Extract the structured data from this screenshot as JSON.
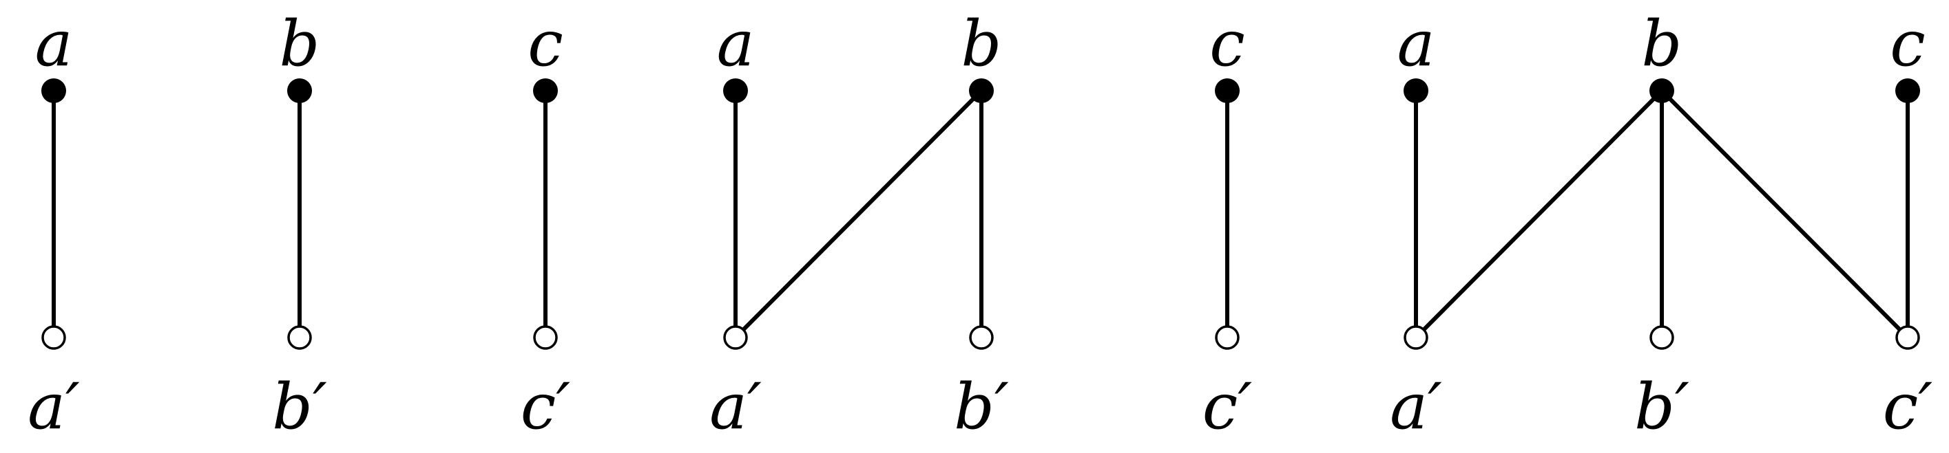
{
  "graphs": [
    {
      "top": [
        "a",
        "b",
        "c"
      ],
      "bottom": [
        "a′",
        "b′",
        "c′"
      ],
      "edges": [
        [
          "a",
          "a′"
        ],
        [
          "b",
          "b′"
        ],
        [
          "c",
          "c′"
        ]
      ]
    },
    {
      "top": [
        "a",
        "b",
        "c"
      ],
      "bottom": [
        "a′",
        "b′",
        "c′"
      ],
      "edges": [
        [
          "a",
          "a′"
        ],
        [
          "b",
          "a′"
        ],
        [
          "b",
          "b′"
        ],
        [
          "c",
          "c′"
        ]
      ]
    },
    {
      "top": [
        "a",
        "b",
        "c"
      ],
      "bottom": [
        "a′",
        "b′",
        "c′"
      ],
      "edges": [
        [
          "a",
          "a′"
        ],
        [
          "b",
          "a′"
        ],
        [
          "b",
          "b′"
        ],
        [
          "b",
          "c′"
        ],
        [
          "c",
          "c′"
        ]
      ]
    }
  ]
}
